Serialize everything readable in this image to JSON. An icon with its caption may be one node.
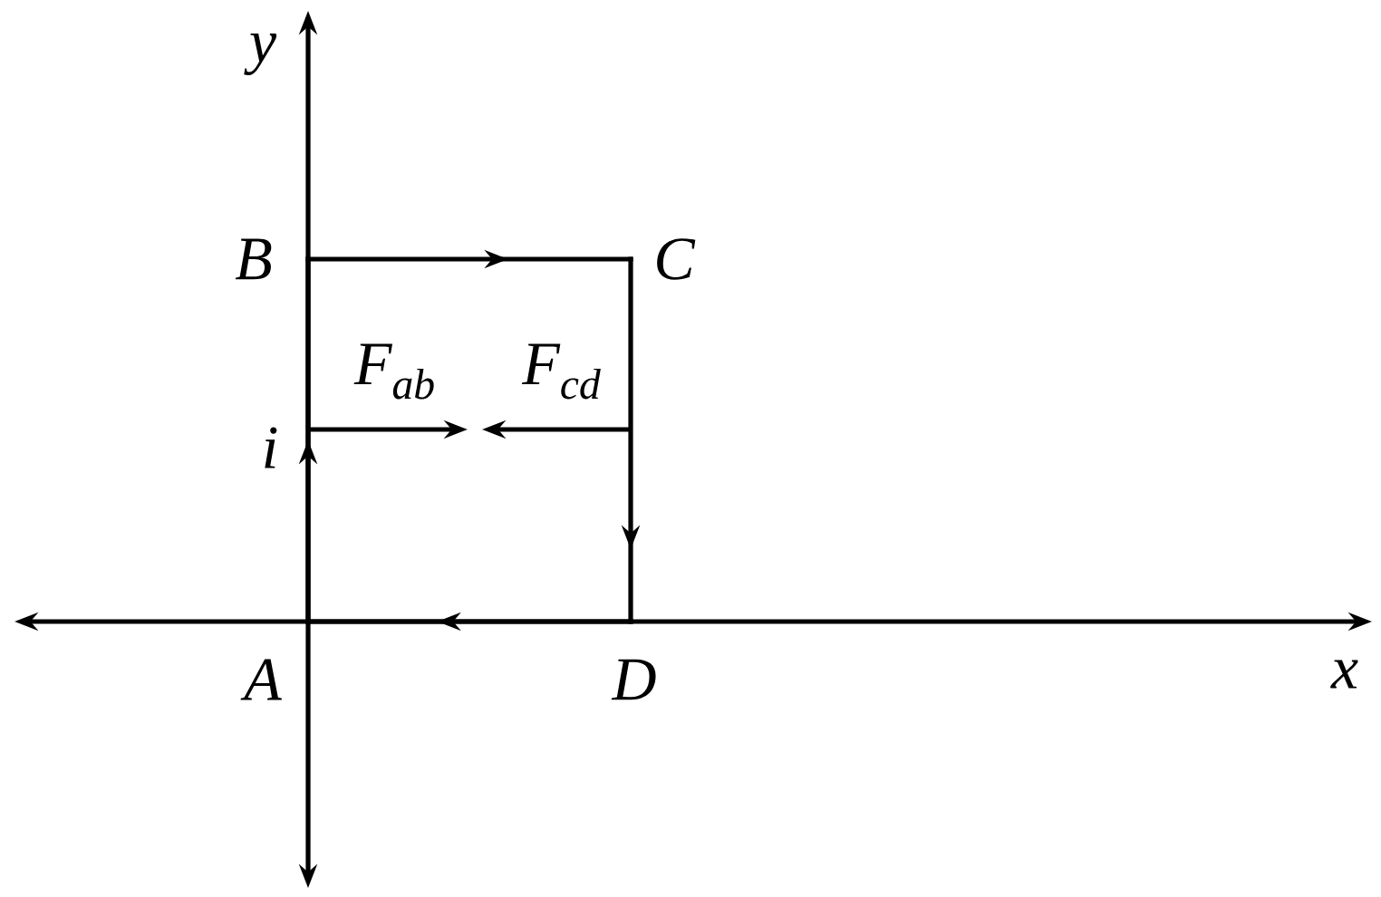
{
  "diagram": {
    "nodes": [
      {
        "text": [
          "A"
        ]
      },
      {
        "text": [
          "B"
        ]
      },
      {
        "text": [
          "C"
        ]
      },
      {
        "text": [
          "D"
        ]
      }
    ],
    "edges": [
      {
        "from": 0,
        "to": 1,
        "arrow": "to",
        "label": "i"
      },
      {
        "from": 1,
        "to": 2,
        "arrow": "to"
      },
      {
        "from": 2,
        "to": 3,
        "arrow": "to"
      },
      {
        "from": 3,
        "to": 0,
        "arrow": "to"
      }
    ],
    "labels": [
      "y",
      "x",
      "F$_{ab}$",
      "F$_{cd}$"
    ]
  }
}
